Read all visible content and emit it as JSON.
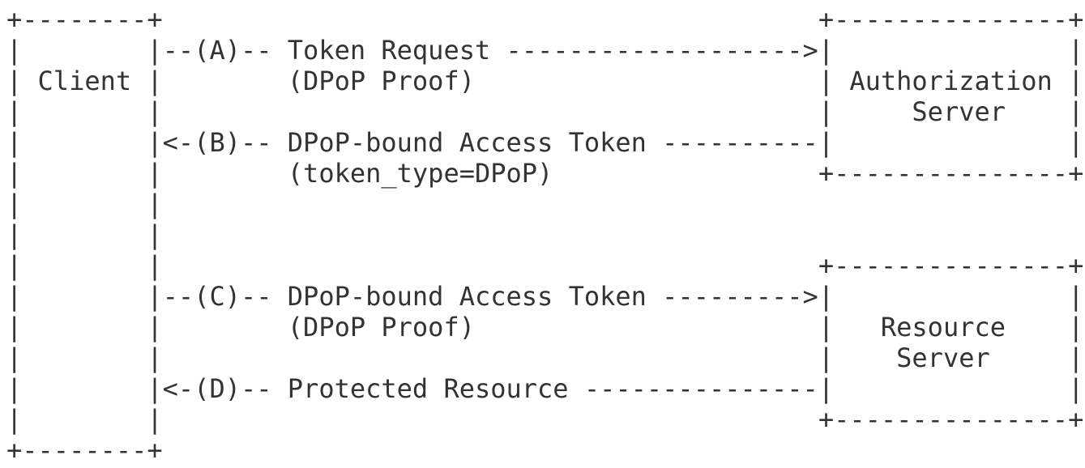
{
  "diagram": {
    "type": "ascii-protocol-flow",
    "background_color": "#ffffff",
    "text_color": "#333333",
    "ascii_lines": [
      "+--------+                                          +---------------+",
      "|        |--(A)-- Token Request ------------------->|               |",
      "| Client |        (DPoP Proof)                      | Authorization |",
      "|        |                                          |     Server    |",
      "|        |<-(B)-- DPoP-bound Access Token ----------|               |",
      "|        |        (token_type=DPoP)                 +---------------+",
      "|        |",
      "|        |",
      "|        |                                          +---------------+",
      "|        |--(C)-- DPoP-bound Access Token --------->|               |",
      "|        |        (DPoP Proof)                      |   Resource    |",
      "|        |                                          |    Server     |",
      "|        |<-(D)-- Protected Resource ---------------|               |",
      "|        |                                          +---------------+",
      "+--------+"
    ],
    "boxes": [
      {
        "label": "Client"
      },
      {
        "label": "Authorization Server"
      },
      {
        "label": "Resource Server"
      }
    ],
    "steps": [
      {
        "id": "A",
        "from": "Client",
        "to": "Authorization Server",
        "label": "Token Request",
        "detail": "(DPoP Proof)",
        "direction": "right"
      },
      {
        "id": "B",
        "from": "Authorization Server",
        "to": "Client",
        "label": "DPoP-bound Access Token",
        "detail": "(token_type=DPoP)",
        "direction": "left"
      },
      {
        "id": "C",
        "from": "Client",
        "to": "Resource Server",
        "label": "DPoP-bound Access Token",
        "detail": "(DPoP Proof)",
        "direction": "right"
      },
      {
        "id": "D",
        "from": "Resource Server",
        "to": "Client",
        "label": "Protected Resource",
        "detail": "",
        "direction": "left"
      }
    ]
  }
}
